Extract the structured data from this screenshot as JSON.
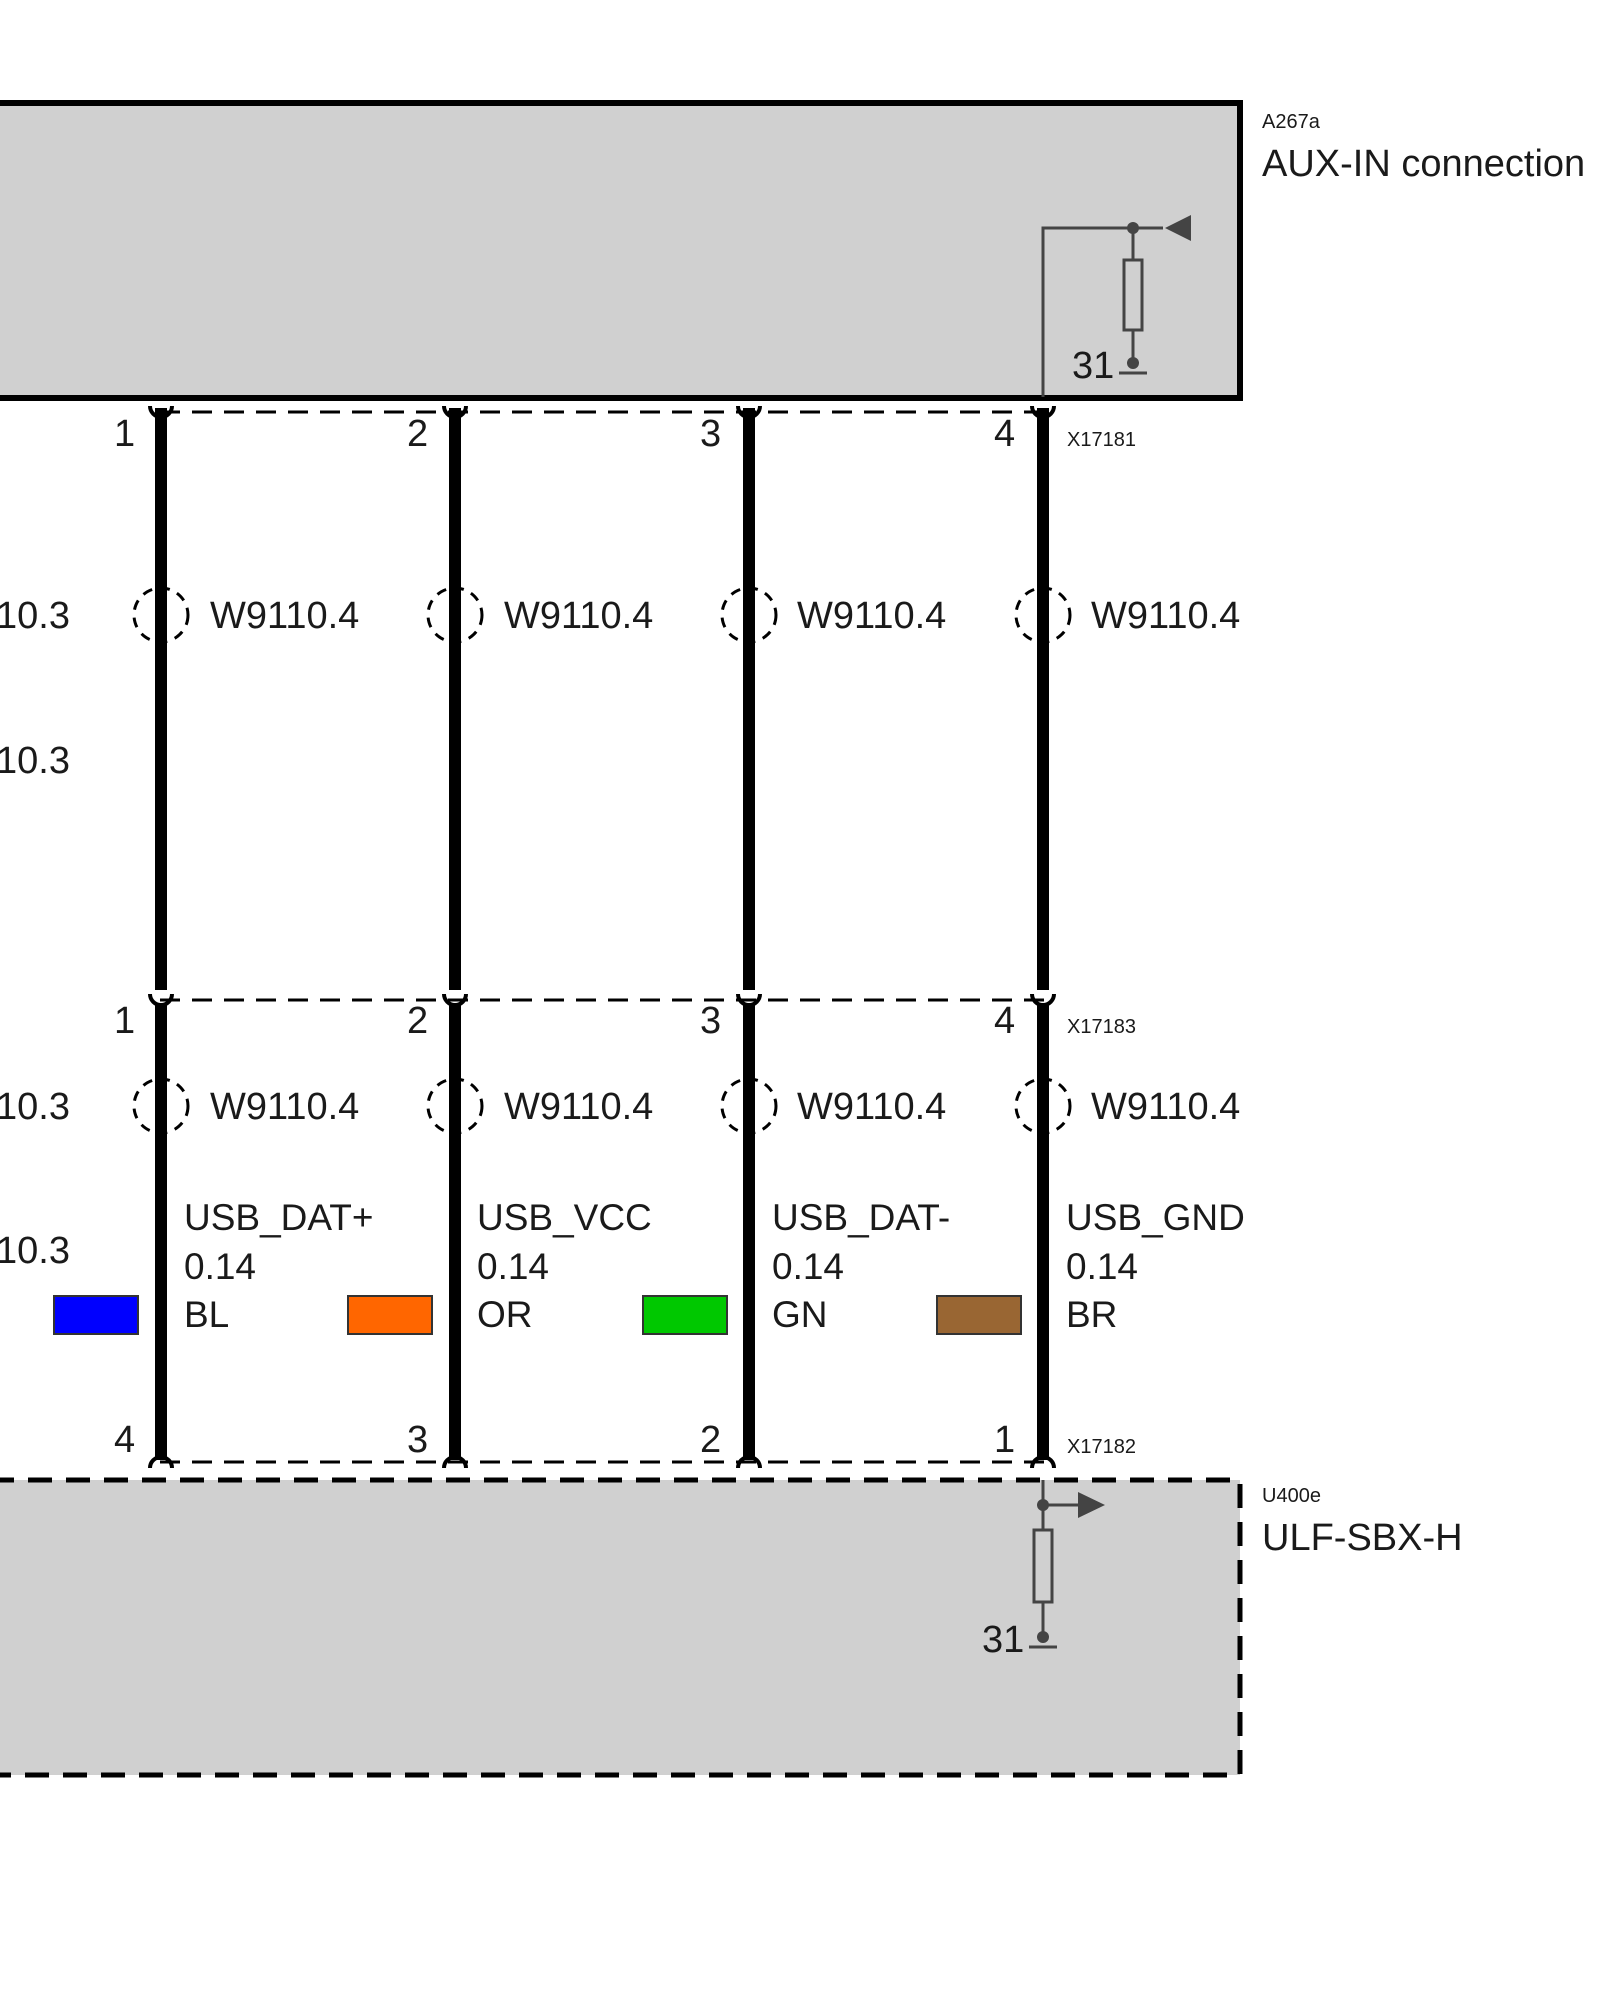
{
  "modules": {
    "top": {
      "id": "A267a",
      "name": "AUX-IN connection",
      "ground_label": "31"
    },
    "bottom": {
      "id": "U400e",
      "name": "ULF-SBX-H",
      "ground_label": "31"
    }
  },
  "connectors": {
    "top": {
      "id": "X17181",
      "pins": [
        "1",
        "2",
        "3",
        "4"
      ]
    },
    "middle": {
      "id": "X17183",
      "pins": [
        "1",
        "2",
        "3",
        "4"
      ]
    },
    "bottom": {
      "id": "X17182",
      "pins": [
        "4",
        "3",
        "2",
        "1"
      ]
    }
  },
  "shield_labels": {
    "upper": [
      "W9110.4",
      "W9110.4",
      "W9110.4",
      "W9110.4"
    ],
    "lower": [
      "W9110.4",
      "W9110.4",
      "W9110.4",
      "W9110.4"
    ]
  },
  "left_edge_labels": [
    "10.3",
    "10.3",
    "10.3",
    "10.3"
  ],
  "wires": [
    {
      "signal": "USB_DAT+",
      "size": "0.14",
      "color_code": "BL",
      "color": "#0000ff"
    },
    {
      "signal": "USB_VCC",
      "size": "0.14",
      "color_code": "OR",
      "color": "#ff6600"
    },
    {
      "signal": "USB_DAT-",
      "size": "0.14",
      "color_code": "GN",
      "color": "#00c800"
    },
    {
      "signal": "USB_GND",
      "size": "0.14",
      "color_code": "BR",
      "color": "#996633"
    }
  ]
}
